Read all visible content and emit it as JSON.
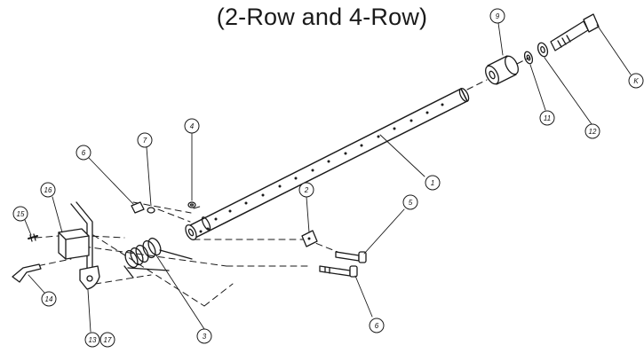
{
  "title": "(2-Row and 4-Row)",
  "colors": {
    "ink": "#1a1a1a",
    "background": "#ffffff"
  },
  "callouts": {
    "c1": "1",
    "c2": "2",
    "c3": "3",
    "c4": "4",
    "c5": "5",
    "c6a": "6",
    "c6b": "6",
    "c7": "7",
    "c9": "9",
    "c11": "11",
    "c12": "12",
    "c13": "13",
    "c14": "14",
    "c15": "15",
    "c16": "16",
    "c17": "17",
    "cK": "K"
  }
}
